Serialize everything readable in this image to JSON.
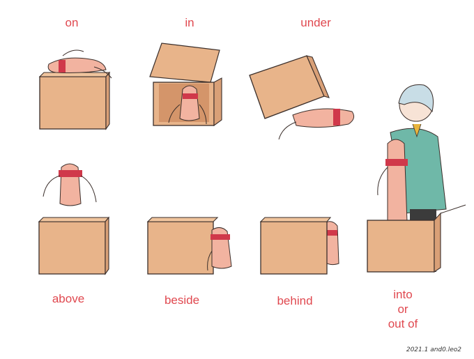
{
  "labels": {
    "on": "on",
    "in": "in",
    "under": "under",
    "above": "above",
    "beside": "beside",
    "behind": "behind",
    "into_line1": "into",
    "into_line2": "or",
    "into_line3": "out of"
  },
  "signature": "2021.1 and0.leo2",
  "colors": {
    "label": "#e0484f",
    "box_fill": "#e8b48a",
    "box_side": "#d9a077",
    "outline": "#3a2e2a",
    "creature": "#f2b3a0",
    "scarf": "#d0384a",
    "shirt": "#6fb8a8",
    "hair": "#c8dde6"
  }
}
